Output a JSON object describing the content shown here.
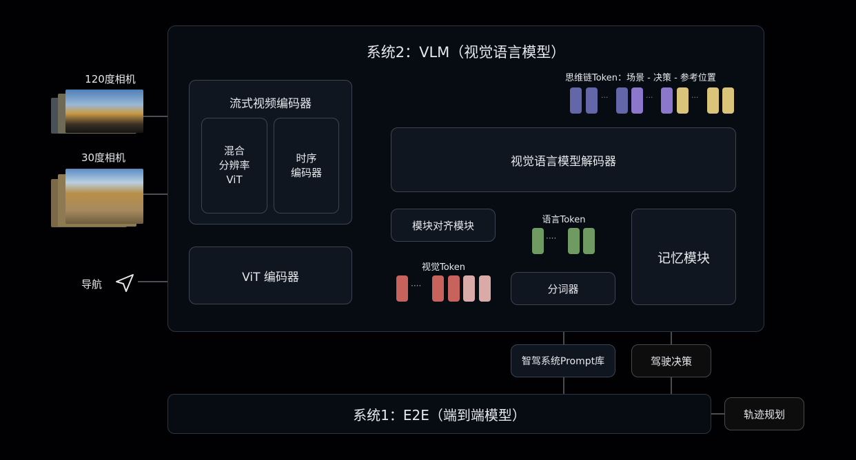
{
  "system2_title": "系统2：VLM（视觉语言模型）",
  "inputs": {
    "camera_120": "120度相机",
    "camera_30": "30度相机",
    "navigation": "导航"
  },
  "stream_encoder": {
    "title": "流式视频编码器",
    "mixed_vit": "混合\n分辨率\nViT",
    "temporal": "时序\n编码器"
  },
  "vit_encoder": "ViT 编码器",
  "decoder": "视觉语言模型解码器",
  "alignment": "模块对齐模块",
  "visual_token": "视觉Token",
  "language_token": "语言Token",
  "tokenizer": "分词器",
  "memory": "记忆模块",
  "cot_token": "思维链Token：场景 - 决策 - 参考位置",
  "prompt_lib": "智驾系统Prompt库",
  "driving_decision": "驾驶决策",
  "system1_title": "系统1：E2E（端到端模型）",
  "trajectory": "轨迹规划",
  "colors": {
    "scene": "#6366a8",
    "decision": "#8b78cc",
    "position": "#d9c47a",
    "language": "#6f9a62",
    "visual": "#c7625d",
    "visual_light": "#d9aaa8"
  }
}
